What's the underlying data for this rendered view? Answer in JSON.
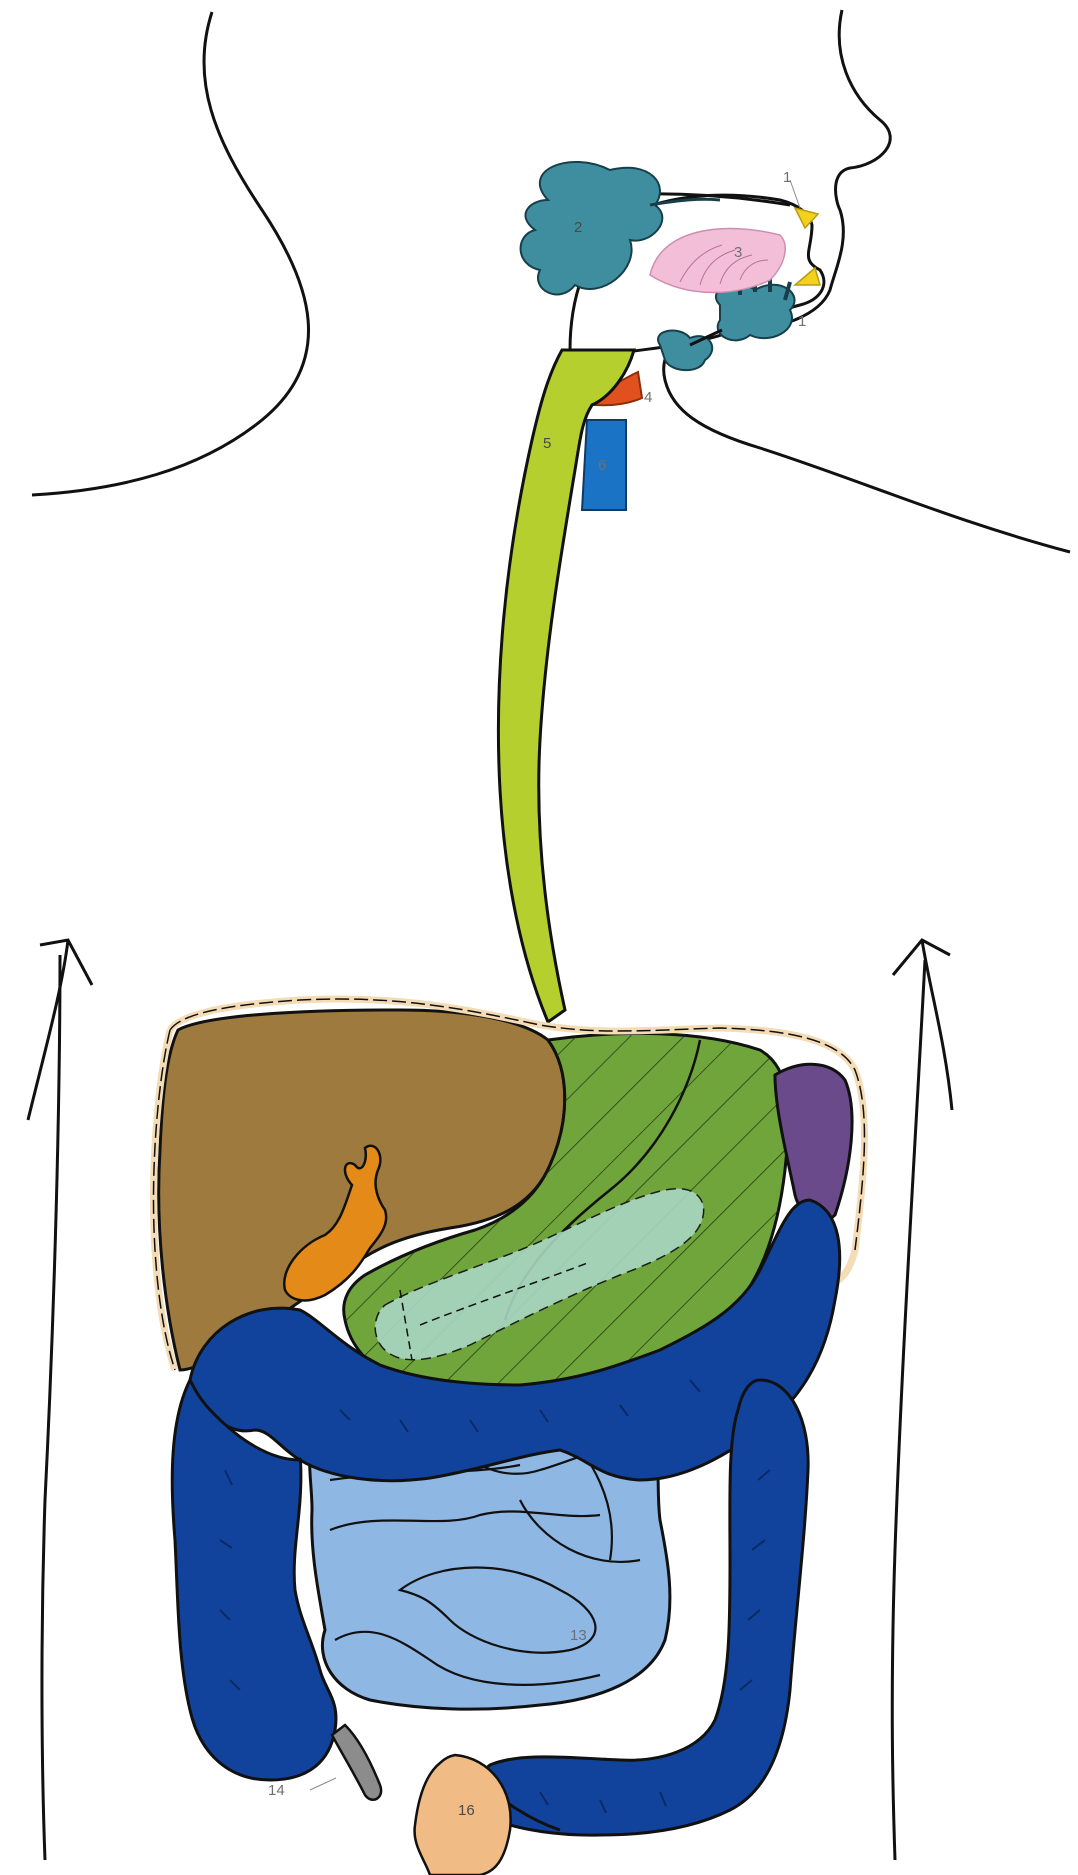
{
  "diagram": {
    "subject": "human digestive system",
    "colors": {
      "outline": "#111111",
      "teeth": "#f2d21c",
      "salivary_glands": "#3f8ea0",
      "tongue": "#f3bfd8",
      "pharynx": "#e0511f",
      "esophagus": "#b4cf2e",
      "trachea": "#1a73c4",
      "liver": "#9e7a3f",
      "gallbladder": "#e48a19",
      "stomach": "#6fa53a",
      "pancreas": "#a9d6c3",
      "spleen": "#6a4a8a",
      "large_intestine": "#12439c",
      "small_intestine": "#8fb7e4",
      "appendix": "#8c8c8c",
      "rectum": "#f0bb84",
      "peritoneum": "#f4dcb6"
    },
    "labels": {
      "teeth_upper": "1",
      "teeth_lower": "1",
      "parotid": "2",
      "tongue": "3",
      "pharynx": "4",
      "esophagus": "5",
      "trachea": "6",
      "small_intestine": "13",
      "appendix": "14",
      "rectum": "16"
    }
  }
}
